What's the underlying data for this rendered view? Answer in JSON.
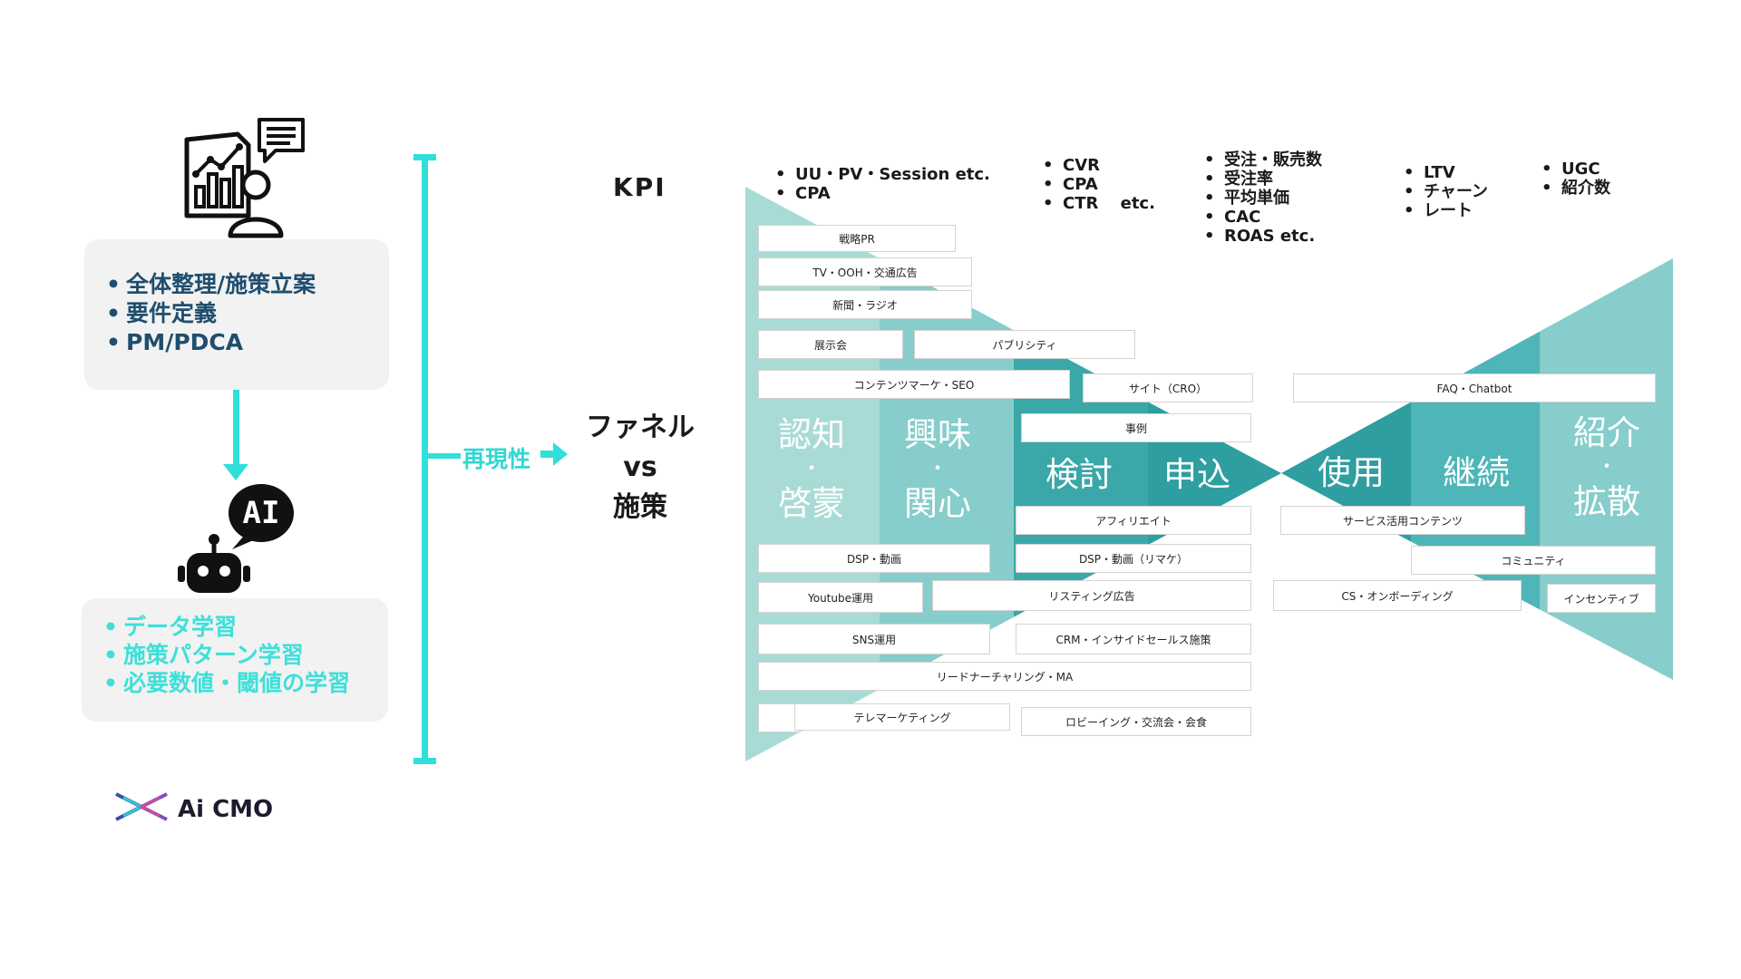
{
  "left": {
    "card1_items": [
      "全体整理/施策立案",
      "要件定義",
      "PM/PDCA"
    ],
    "ai_badge": "AI",
    "card2_items": [
      "データ学習",
      "施策パターン学習",
      "必要数値・閾値の学習"
    ],
    "logo": "Ai CMO"
  },
  "center": {
    "reproducibility": "再現性",
    "kpi_label": "KPI",
    "funnel_vs": [
      "ファネル",
      "vs",
      "施策"
    ]
  },
  "kpi_groups": [
    [
      "UU・PV・Session etc.",
      "CPA"
    ],
    [
      "CVR",
      "CPA",
      "CTR　 etc."
    ],
    [
      "受注・販売数",
      "受注率",
      "平均単価",
      "CAC",
      "ROAS etc."
    ],
    [
      "LTV",
      "チャーン",
      "レート"
    ],
    [
      "UGC",
      "紹介数"
    ]
  ],
  "stages": [
    {
      "top": "認知",
      "sep": "・",
      "bottom": "啓蒙"
    },
    {
      "top": "興味",
      "sep": "・",
      "bottom": "関心"
    },
    {
      "top": "検討"
    },
    {
      "top": "申込"
    },
    {
      "top": "使用"
    },
    {
      "top": "継続"
    },
    {
      "top": "紹介",
      "sep": "・",
      "bottom": "拡散"
    }
  ],
  "tactics": [
    "戦略PR",
    "TV・OOH・交通広告",
    "新聞・ラジオ",
    "展示会",
    "パブリシティ",
    "コンテンツマーケ・SEO",
    "サイト（CRO）",
    "FAQ・Chatbot",
    "事例",
    "アフィリエイト",
    "サービス活用コンテンツ",
    "DSP・動画",
    "DSP・動画（リマケ）",
    "コミュニティ",
    "Youtube運用",
    "リスティング広告",
    "CS・オンボーディング",
    "インセンティブ",
    "SNS運用",
    "CRM・インサイドセールス施策",
    "リードナーチャリング・MA",
    "テレマーケティング",
    "ロビーイング・交流会・会食"
  ],
  "colors": {
    "accent": "#2fe0da",
    "dark_navy": "#1f4e6e",
    "funnel_light": "#a9dbd6",
    "funnel_mid": "#86cdcb",
    "funnel_dark": "#3aa7a8",
    "funnel_darker": "#2f9ea0"
  },
  "icons": [
    "report-analytics-icon",
    "chat-bubble-icon",
    "user-icon",
    "robot-icon",
    "ai-chat-bubble-icon",
    "right-arrow-icon",
    "down-arrow-icon",
    "aicmo-logo-icon"
  ]
}
